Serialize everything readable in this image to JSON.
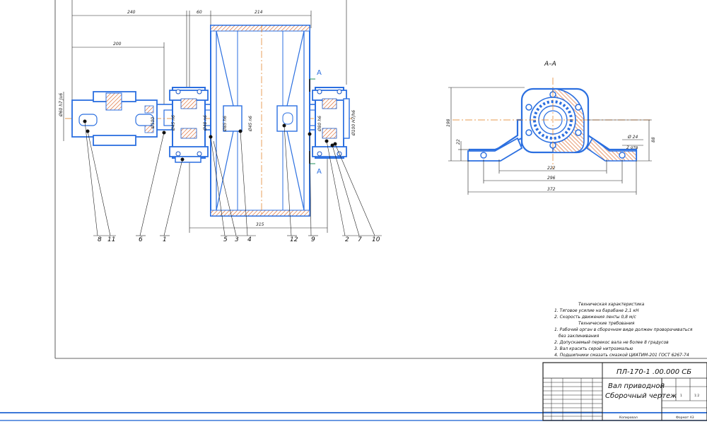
{
  "drawing": {
    "dimensions_main": {
      "top_left": "240",
      "top_mid": "60",
      "top_right": "214",
      "left_length": "200",
      "bottom": "315",
      "left_height": "Ø60 h7 Ju6",
      "shaft_d1": "Ø100",
      "shaft_d2": "Ø45 n6",
      "shaft_d3": "Ø48 n6",
      "shaft_d4": "Ø85 h6",
      "shaft_d5": "Ø45 n6",
      "shaft_d6": "Ø80 h6",
      "right_d": "Ø100 H7/h6"
    },
    "section_marker": "А",
    "section_title": "А–А",
    "dimensions_section": {
      "height": "198",
      "small_h": "22",
      "right_h": "88",
      "hole": "Ø 24",
      "holes_count": "2 отв",
      "inner": "222",
      "mid": "296",
      "overall": "372"
    },
    "callouts": [
      "8",
      "11",
      "6",
      "1",
      "5",
      "3",
      "4",
      "12",
      "9",
      "2",
      "7",
      "10"
    ],
    "notes": {
      "heading1": "Техническая характеристика",
      "line1": "1. Тяговое усилие на барабане 2,1 кН",
      "line2": "2. Скорость движения ленты 0,8 м/с",
      "heading2": "Технические требования",
      "line3": "1. Рабочий орган в сборочном виде должен проворачиваться",
      "line3b": "без заклинивания",
      "line4": "2. Допускаемый перекос вала не более 8 градусов",
      "line5": "3. Вал красить серой нитроэмалью",
      "line6": "4. Подшипники смазать смазкой ЦИАТИМ-201 ГОСТ 6267-74"
    },
    "title_block": {
      "designation": "ПЛ-170-1 .00.000 СБ",
      "name_line1": "Вал приводной",
      "name_line2": "Сборочный чертеж",
      "sheets": "1",
      "scale_value": "1:2",
      "copied": "Копировал",
      "format": "Формат А3"
    }
  },
  "colors": {
    "part": "#2b6fe0",
    "part_dark": "#1a55c2",
    "axis": "#e07b1a",
    "hatch": "#d85a1a",
    "line": "#222222",
    "frame_blue": "#3c78d8"
  }
}
